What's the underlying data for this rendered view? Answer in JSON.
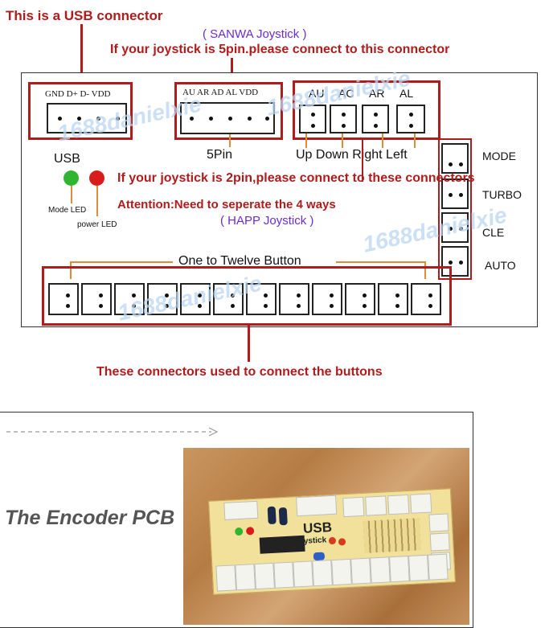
{
  "top_callout": "This is a USB connector",
  "sanwa_label": "( SANWA Joystick )",
  "five_pin_callout": "If your joystick is 5pin.please connect to this connector",
  "usb_pins": "GND D+ D- VDD",
  "usb_label": "USB",
  "five_pin_pins": "AU AR AD AL VDD",
  "five_pin_label": "5Pin",
  "dir_pins": [
    "AU",
    "AC",
    "AR",
    "AL"
  ],
  "dir_label": "Up Down Right Left",
  "two_pin_callout": "If your joystick is 2pin,please connect to these connectors",
  "attention": "Attention:Need to seperate the 4 ways",
  "happ_label": "( HAPP Joystick )",
  "mode_led": "Mode LED",
  "power_led": "power LED",
  "side_labels": [
    "MODE",
    "TURBO",
    "CLE",
    "AUTO"
  ],
  "buttons_label": "One to Twelve Button",
  "buttons_callout": "These connectors used to connect the buttons",
  "watermark": "1688danielxie",
  "encoder_title": "The Encoder PCB",
  "pcb_usb": "USB",
  "pcb_joystick": "joystick",
  "colors": {
    "callout_red": "#b01c1c",
    "purple": "#6a2bd6",
    "led_green": "#2fb52f",
    "led_red": "#d81c1c"
  }
}
